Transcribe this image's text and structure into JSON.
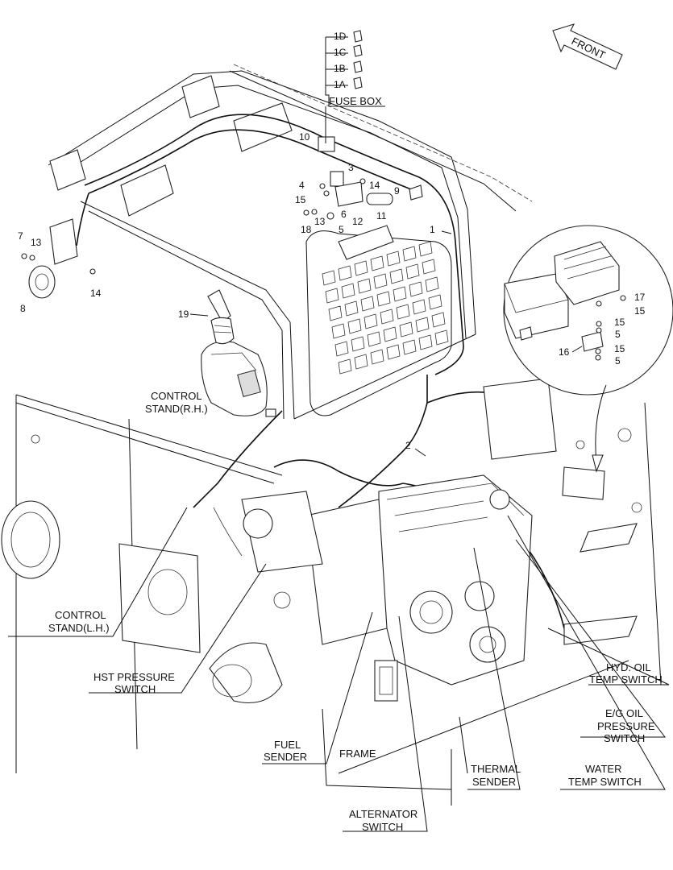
{
  "front_arrow": {
    "label": "FRONT"
  },
  "fuse_box": {
    "title": "FUSE BOX",
    "fuses": [
      "1D",
      "1C",
      "1B",
      "1A"
    ]
  },
  "callouts": [
    {
      "key": "10",
      "label": "10"
    },
    {
      "key": "3",
      "label": "3"
    },
    {
      "key": "4",
      "label": "4"
    },
    {
      "key": "14a",
      "label": "14"
    },
    {
      "key": "9",
      "label": "9"
    },
    {
      "key": "15a",
      "label": "15"
    },
    {
      "key": "13a",
      "label": "13"
    },
    {
      "key": "6",
      "label": "6"
    },
    {
      "key": "12",
      "label": "12"
    },
    {
      "key": "11",
      "label": "11"
    },
    {
      "key": "18",
      "label": "18"
    },
    {
      "key": "5a",
      "label": "5"
    },
    {
      "key": "1",
      "label": "1"
    },
    {
      "key": "7",
      "label": "7"
    },
    {
      "key": "13b",
      "label": "13"
    },
    {
      "key": "8",
      "label": "8"
    },
    {
      "key": "14b",
      "label": "14"
    },
    {
      "key": "19",
      "label": "19"
    },
    {
      "key": "2",
      "label": "2"
    },
    {
      "key": "17",
      "label": "17"
    },
    {
      "key": "15b",
      "label": "15"
    },
    {
      "key": "15c",
      "label": "15"
    },
    {
      "key": "5b",
      "label": "5"
    },
    {
      "key": "16",
      "label": "16"
    },
    {
      "key": "15d",
      "label": "15"
    },
    {
      "key": "5c",
      "label": "5"
    }
  ],
  "labels": {
    "control_stand_rh_1": "CONTROL",
    "control_stand_rh_2": "STAND(R.H.)",
    "control_stand_lh_1": "CONTROL",
    "control_stand_lh_2": "STAND(L.H.)",
    "hst_1": "HST PRESSURE",
    "hst_2": "SWITCH",
    "fuel_1": "FUEL",
    "fuel_2": "SENDER",
    "frame": "FRAME",
    "alt_1": "ALTERNATOR",
    "alt_2": "SWITCH",
    "thermal_1": "THERMAL",
    "thermal_2": "SENDER",
    "water_1": "WATER",
    "water_2": "TEMP SWITCH",
    "eg_1": "E/G OIL",
    "eg_2": "PRESSURE",
    "eg_3": "SWITCH",
    "hyd_1": "HYD. OIL",
    "hyd_2": "TEMP SWITCH"
  }
}
